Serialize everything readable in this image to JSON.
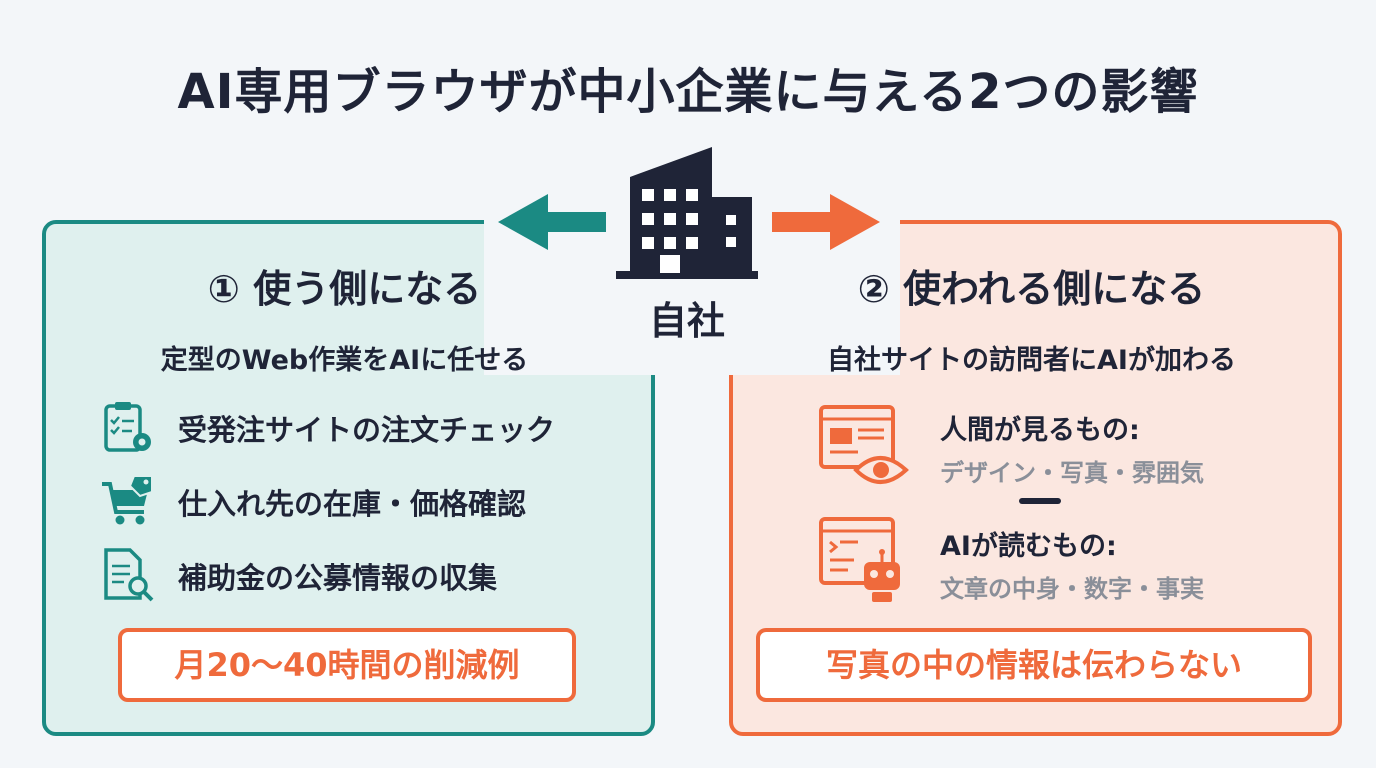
{
  "title": "AI専用ブラウザが中小企業に与える2つの影響",
  "company": {
    "label": "自社"
  },
  "left": {
    "heading": "① 使う側になる",
    "subtitle": "定型のWeb作業をAIに任せる",
    "items": [
      {
        "label": "受発注サイトの注文チェック",
        "icon": "clipboard-checklist-gear-icon"
      },
      {
        "label": "仕入れ先の在庫・価格確認",
        "icon": "shopping-cart-tag-icon"
      },
      {
        "label": "補助金の公募情報の収集",
        "icon": "document-search-icon"
      }
    ],
    "callout": "月20〜40時間の削減例"
  },
  "right": {
    "heading": "② 使われる側になる",
    "subtitle": "自社サイトの訪問者にAIが加わる",
    "items": [
      {
        "title": "人間が見るもの:",
        "detail": "デザイン・写真・雰囲気",
        "icon": "browser-eye-icon"
      },
      {
        "title": "AIが読むもの:",
        "detail": "文章の中身・数字・事実",
        "icon": "browser-robot-icon"
      }
    ],
    "callout": "写真の中の情報は伝わらない"
  },
  "colors": {
    "teal": "#1b8a83",
    "orange": "#ef6a3c",
    "navy": "#1f2437"
  }
}
